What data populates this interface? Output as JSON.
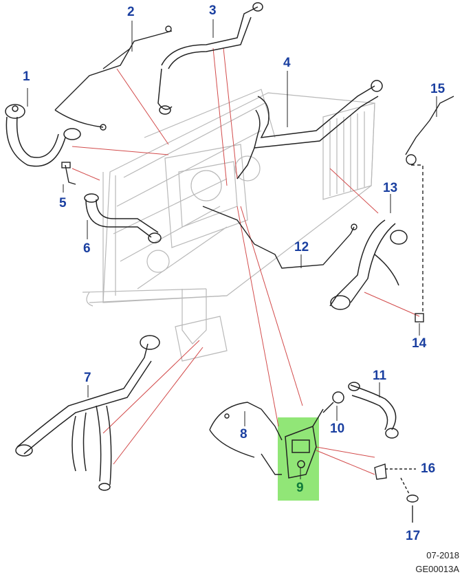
{
  "diagram": {
    "callouts": [
      {
        "label": "1"
      },
      {
        "label": "2"
      },
      {
        "label": "3"
      },
      {
        "label": "4"
      },
      {
        "label": "5"
      },
      {
        "label": "6"
      },
      {
        "label": "7"
      },
      {
        "label": "8"
      },
      {
        "label": "9"
      },
      {
        "label": "10"
      },
      {
        "label": "11"
      },
      {
        "label": "12"
      },
      {
        "label": "13"
      },
      {
        "label": "14"
      },
      {
        "label": "15"
      },
      {
        "label": "16"
      },
      {
        "label": "17"
      }
    ],
    "highlighted_callout": "9",
    "colors": {
      "callout_text": "#1a3fa0",
      "highlight_fill": "#7ee25f",
      "highlight_text": "#0f7a3a",
      "leader_lines": "#d24a4a",
      "part_lines": "#222222",
      "ghost_lines": "#b8b8b8"
    }
  },
  "footer": {
    "date": "07-2018",
    "code": "GE00013A"
  }
}
